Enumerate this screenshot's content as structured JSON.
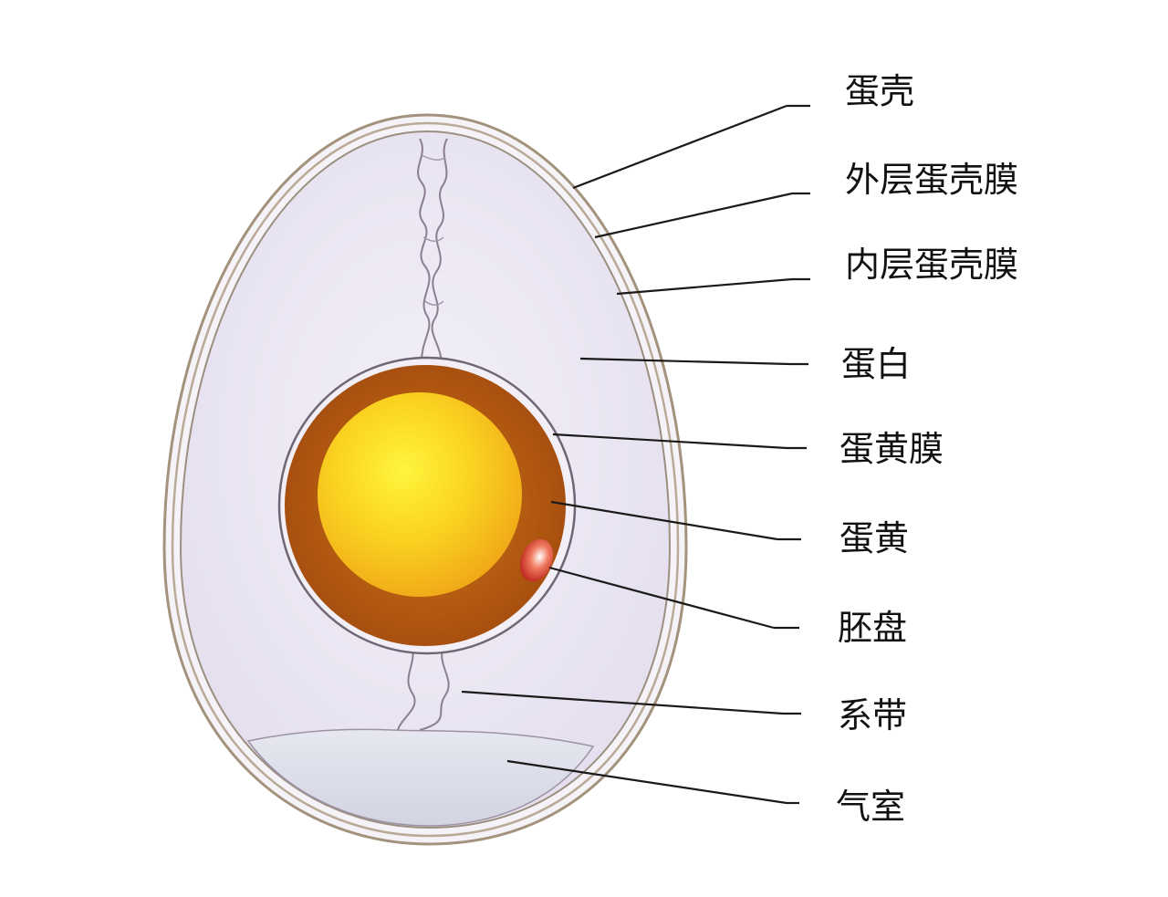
{
  "labels": {
    "shell": "蛋壳",
    "outer_shell_membrane": "外层蛋壳膜",
    "inner_shell_membrane": "内层蛋壳膜",
    "albumen": "蛋白",
    "vitelline_membrane": "蛋黄膜",
    "yolk": "蛋黄",
    "germinal_disc": "胚盘",
    "chalaza": "系带",
    "air_cell": "气室"
  },
  "colors": {
    "shell_outline": "#a89a86",
    "albumen": "#ece8f4",
    "yolk_outer": "#b4560e",
    "yolk_inner": "#f8c21a",
    "yolk_center": "#fff23a",
    "germinal_disc": "#d83a2a",
    "air_cell": "#dadce8",
    "leader_line": "#1a1a1a"
  }
}
